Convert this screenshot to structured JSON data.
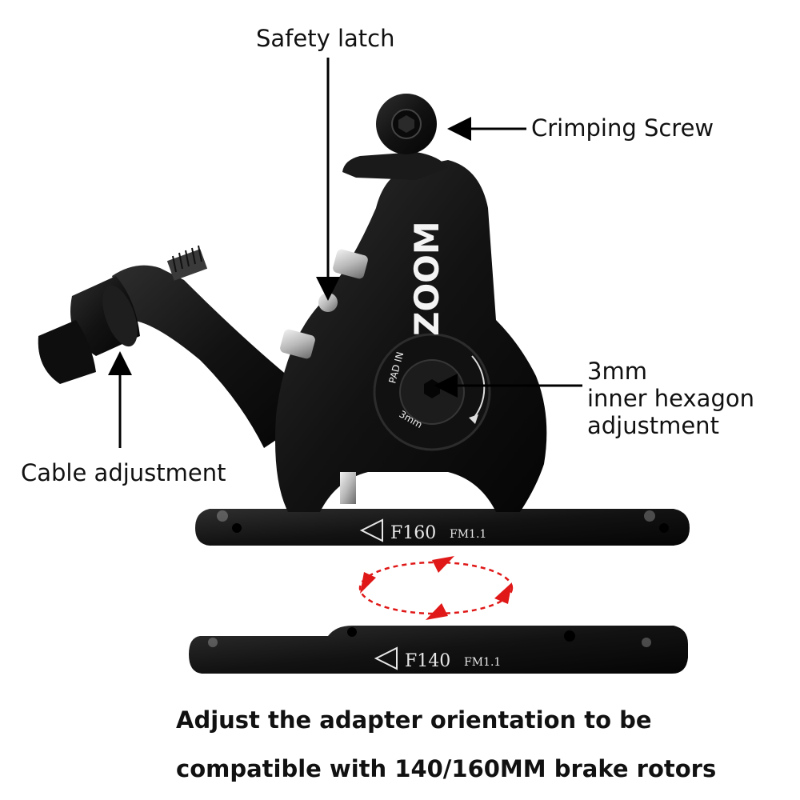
{
  "labels": {
    "safety_latch": "Safety latch",
    "crimping_screw": "Crimping Screw",
    "hex_line1": "3mm",
    "hex_line2": "inner hexagon",
    "hex_line3": "adjustment",
    "cable_adjustment": "Cable adjustment"
  },
  "caliper": {
    "brand": "ZOOM",
    "pad_text": "PAD IN",
    "size_text": "3mm"
  },
  "adapters": {
    "upper": {
      "size": "F160",
      "model": "FM1.1"
    },
    "lower": {
      "size": "F140",
      "model": "FM1.1"
    }
  },
  "caption": {
    "line1": "Adjust the adapter orientation to be",
    "line2": "compatible with 140/160MM brake rotors"
  },
  "colors": {
    "metal": "#151515",
    "highlight": "#3a3a3a",
    "arrow": "#e01818",
    "text": "#111111"
  }
}
